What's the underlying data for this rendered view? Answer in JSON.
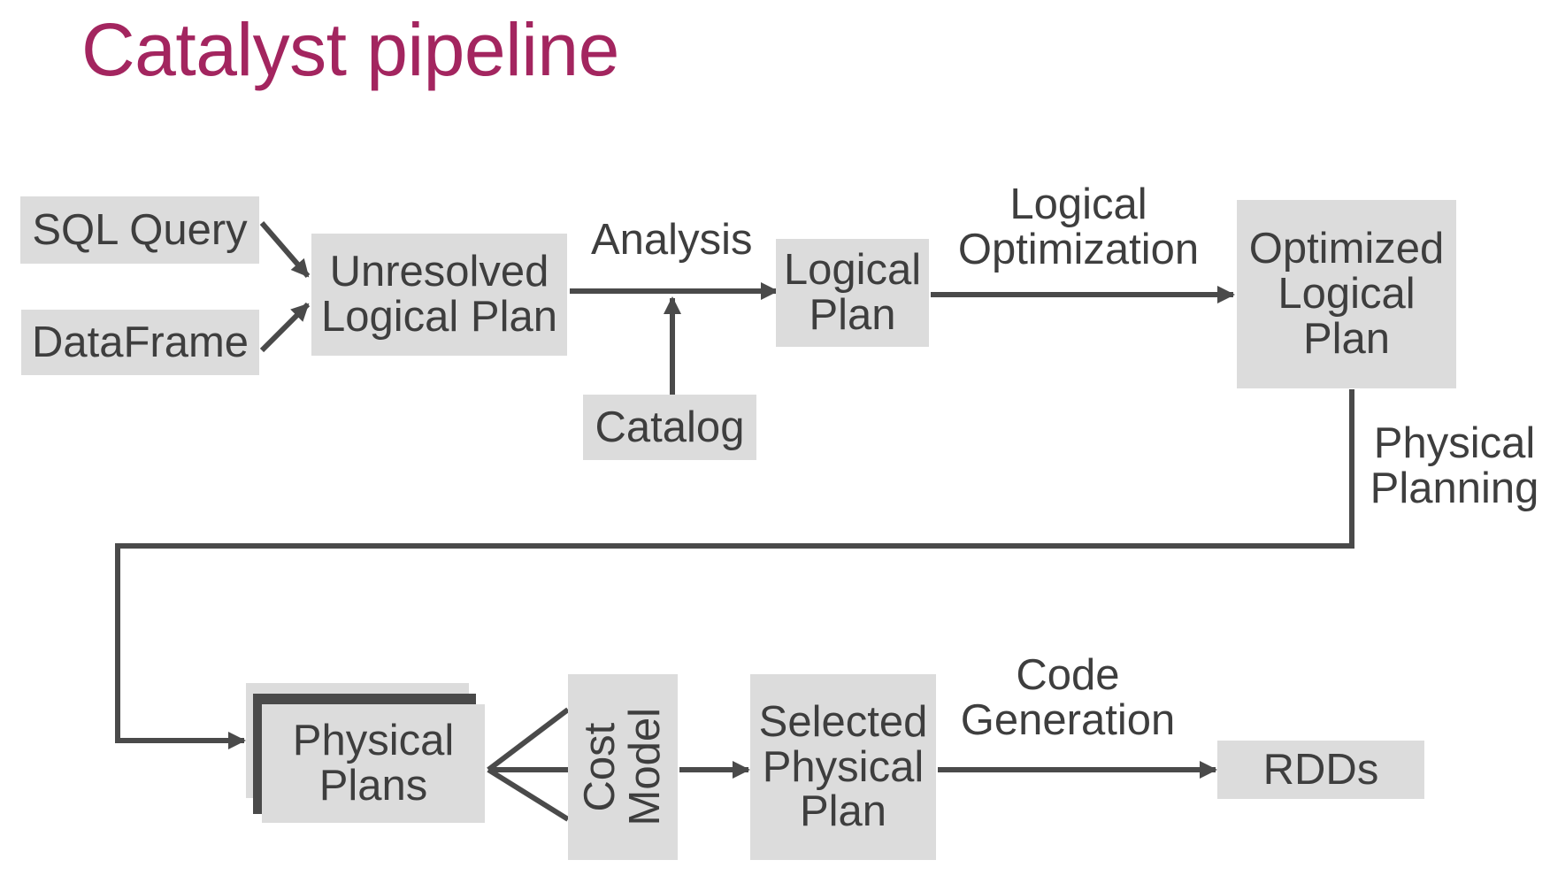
{
  "title": "Catalyst pipeline",
  "nodes": {
    "sql_query": "SQL Query",
    "dataframe": "DataFrame",
    "unresolved_logical_plan": "Unresolved\nLogical Plan",
    "catalog": "Catalog",
    "logical_plan": "Logical\nPlan",
    "optimized_logical_plan": "Optimized\nLogical\nPlan",
    "physical_plans": "Physical\nPlans",
    "cost_model": "Cost\nModel",
    "selected_physical_plan": "Selected\nPhysical\nPlan",
    "rdds": "RDDs"
  },
  "edges": {
    "analysis": "Analysis",
    "logical_optimization": "Logical\nOptimization",
    "physical_planning": "Physical\nPlanning",
    "code_generation": "Code\nGeneration"
  },
  "colors": {
    "title": "#a3255f",
    "box_fill": "#dcdcdc",
    "arrow": "#4a4a4a",
    "text": "#3e3e3e"
  }
}
